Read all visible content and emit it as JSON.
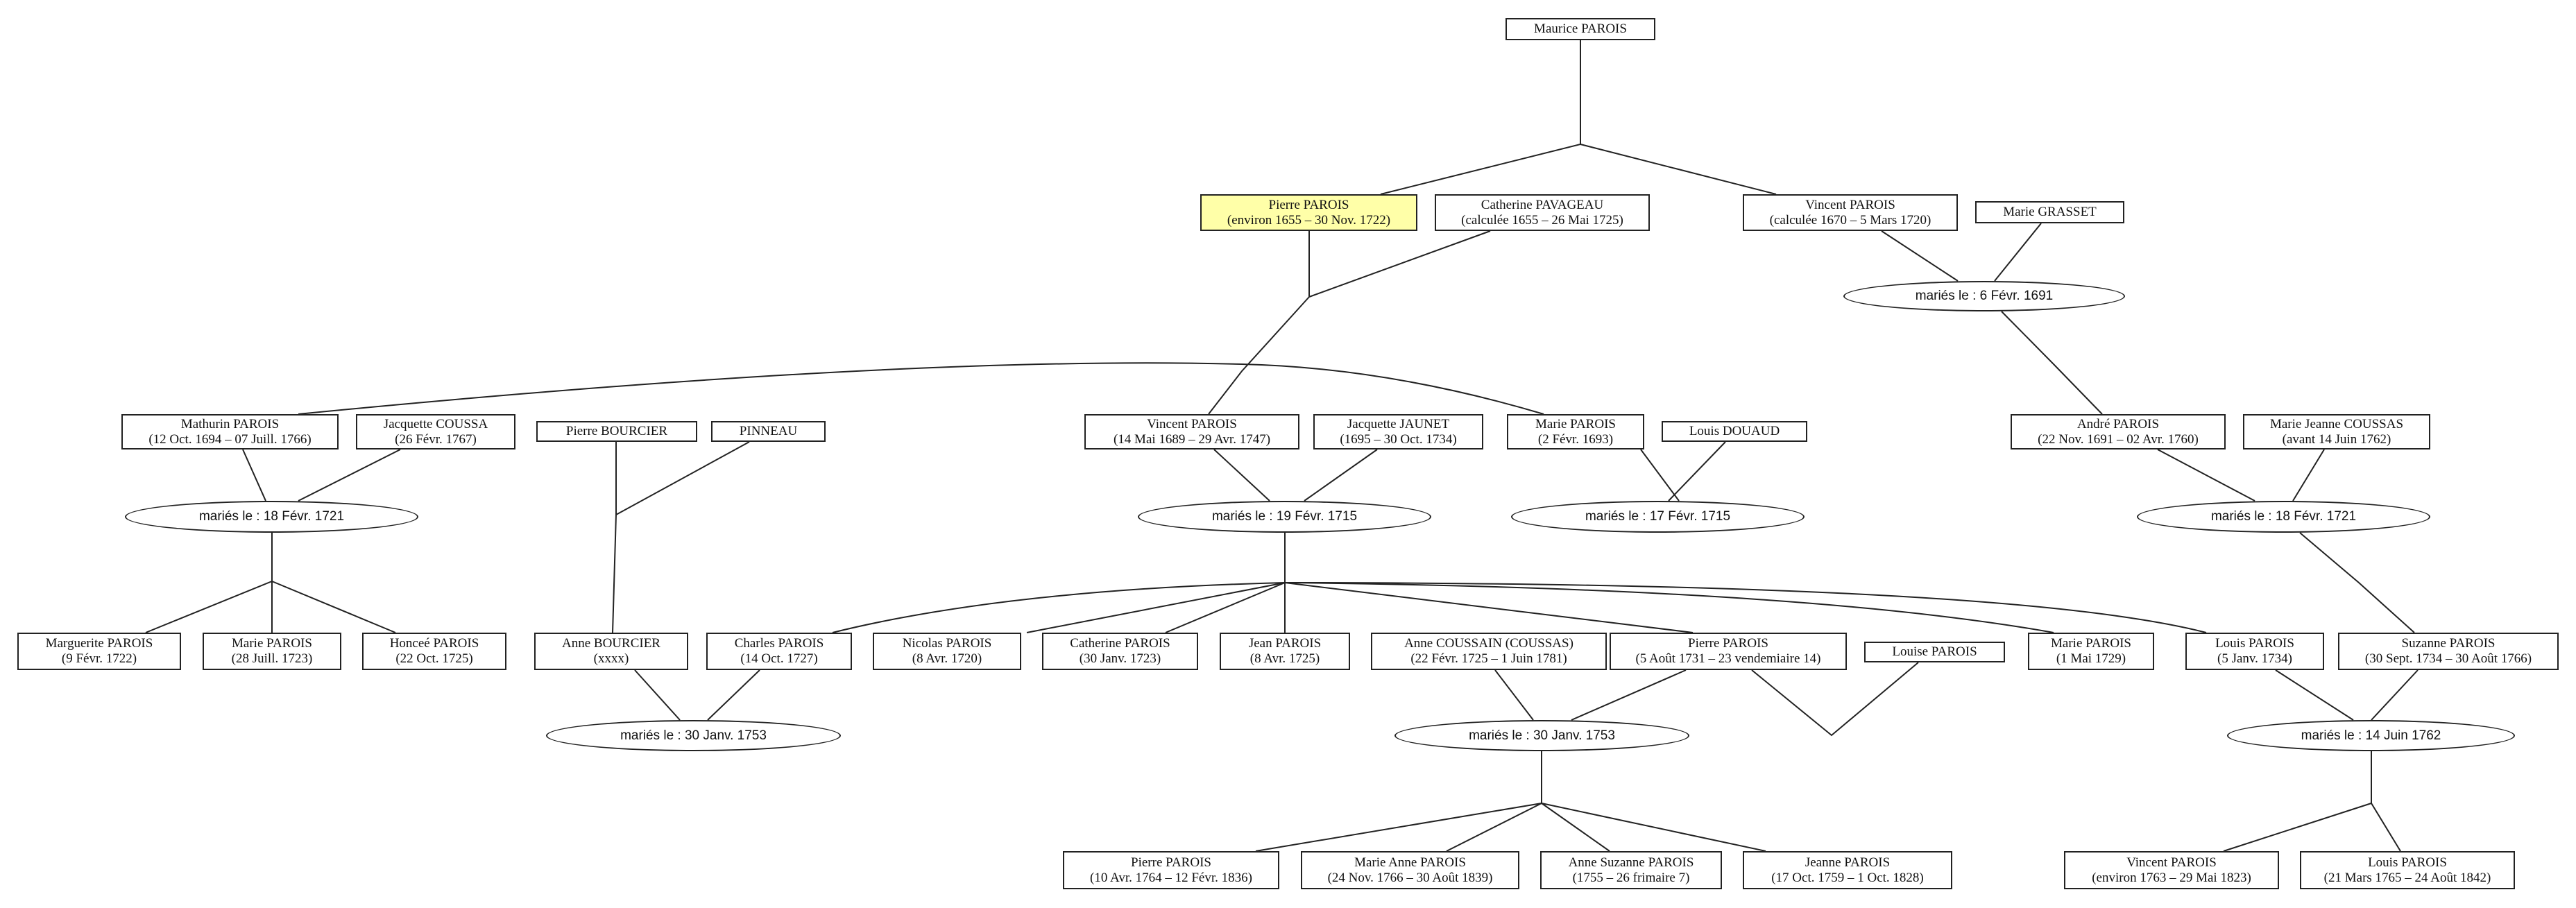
{
  "persons": {
    "maurice": {
      "name": "Maurice PAROIS",
      "dates": ""
    },
    "pierre1": {
      "name": "Pierre PAROIS",
      "dates": "(environ 1655 – 30 Nov. 1722)"
    },
    "catherine_p": {
      "name": "Catherine PAVAGEAU",
      "dates": "(calculée 1655 – 26 Mai 1725)"
    },
    "vincent1": {
      "name": "Vincent PAROIS",
      "dates": "(calculée 1670 – 5 Mars 1720)"
    },
    "marie_grasset": {
      "name": "Marie GRASSET",
      "dates": ""
    },
    "mathurin": {
      "name": "Mathurin PAROIS",
      "dates": "(12 Oct. 1694 – 07 Juill. 1766)"
    },
    "jacquette_c": {
      "name": "Jacquette COUSSA",
      "dates": "(26 Févr. 1767)"
    },
    "pierre_b": {
      "name": "Pierre BOURCIER",
      "dates": ""
    },
    "pinneau": {
      "name": "PINNEAU",
      "dates": ""
    },
    "vincent2": {
      "name": "Vincent PAROIS",
      "dates": "(14 Mai 1689 – 29 Avr. 1747)"
    },
    "jacquette_j": {
      "name": "Jacquette JAUNET",
      "dates": "(1695 – 30 Oct. 1734)"
    },
    "marie1": {
      "name": "Marie PAROIS",
      "dates": "(2 Févr. 1693)"
    },
    "louis_d": {
      "name": "Louis DOUAUD",
      "dates": ""
    },
    "andre": {
      "name": "André PAROIS",
      "dates": "(22 Nov. 1691 – 02 Avr. 1760)"
    },
    "marie_jeanne": {
      "name": "Marie Jeanne COUSSAS",
      "dates": "(avant 14 Juin 1762)"
    },
    "marguerite": {
      "name": "Marguerite PAROIS",
      "dates": "(9 Févr. 1722)"
    },
    "marie2": {
      "name": "Marie PAROIS",
      "dates": "(28 Juill. 1723)"
    },
    "honcee": {
      "name": "Honceé PAROIS",
      "dates": "(22 Oct. 1725)"
    },
    "anne_b": {
      "name": "Anne BOURCIER",
      "dates": "(xxxx)"
    },
    "charles": {
      "name": "Charles PAROIS",
      "dates": "(14 Oct. 1727)"
    },
    "nicolas": {
      "name": "Nicolas PAROIS",
      "dates": "(8 Avr. 1720)"
    },
    "catherine2": {
      "name": "Catherine PAROIS",
      "dates": "(30 Janv. 1723)"
    },
    "jean": {
      "name": "Jean PAROIS",
      "dates": "(8 Avr. 1725)"
    },
    "anne_c": {
      "name": "Anne COUSSAIN (COUSSAS)",
      "dates": "(22 Févr. 1725 – 1 Juin 1781)"
    },
    "pierre2": {
      "name": "Pierre PAROIS",
      "dates": "(5 Août 1731 – 23 vendemiaire 14)"
    },
    "louise": {
      "name": "Louise PAROIS",
      "dates": ""
    },
    "marie3": {
      "name": "Marie PAROIS",
      "dates": "(1 Mai 1729)"
    },
    "louis1": {
      "name": "Louis PAROIS",
      "dates": "(5 Janv. 1734)"
    },
    "suzanne": {
      "name": "Suzanne PAROIS",
      "dates": "(30 Sept. 1734 – 30 Août 1766)"
    },
    "pierre3": {
      "name": "Pierre PAROIS",
      "dates": "(10 Avr. 1764 – 12 Févr. 1836)"
    },
    "marie_anne": {
      "name": "Marie Anne PAROIS",
      "dates": "(24 Nov. 1766 – 30 Août 1839)"
    },
    "anne_suzanne": {
      "name": "Anne Suzanne PAROIS",
      "dates": "(1755 – 26 frimaire 7)"
    },
    "jeanne": {
      "name": "Jeanne PAROIS",
      "dates": "(17 Oct. 1759 – 1 Oct. 1828)"
    },
    "vincent3": {
      "name": "Vincent PAROIS",
      "dates": "(environ 1763 – 29 Mai 1823)"
    },
    "louis2": {
      "name": "Louis PAROIS",
      "dates": "(21 Mars 1765 – 24 Août 1842)"
    }
  },
  "marriages": {
    "m_vincent1_grasset": "mariés le : 6 Févr. 1691",
    "m_mathurin_coussa": "mariés le : 18 Févr. 1721",
    "m_vincent2_jaunet": "mariés le : 19 Févr. 1715",
    "m_marie1_douaud": "mariés le : 17 Févr. 1715",
    "m_andre_coussas": "mariés le : 18 Févr. 1721",
    "m_anneb_charles": "mariés le : 30 Janv. 1753",
    "m_annec_pierre2": "mariés le : 30 Janv. 1753",
    "m_louis1_suzanne": "mariés le : 14 Juin 1762"
  },
  "highlight_color": "#ffffa8"
}
